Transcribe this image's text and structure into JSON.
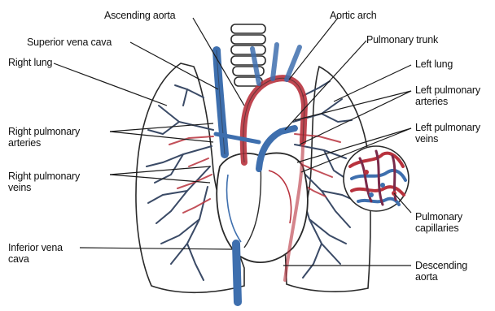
{
  "labels": {
    "ascending_aorta": "Ascending aorta",
    "aortic_arch": "Aortic arch",
    "superior_vena_cava": "Superior vena cava",
    "pulmonary_trunk": "Pulmonary trunk",
    "right_lung": "Right lung",
    "left_lung": "Left lung",
    "left_pulmonary_arteries": "Left pulmonary\narteries",
    "right_pulmonary_arteries": "Right pulmonary\narteries",
    "left_pulmonary_veins": "Left pulmonary\nveins",
    "right_pulmonary_veins": "Right pulmonary\nveins",
    "pulmonary_capillaries": "Pulmonary\ncapillaries",
    "inferior_vena_cava": "Inferior vena\ncava",
    "descending_aorta": "Descending\naorta"
  },
  "colors": {
    "deoxygenated": "#3e6fae",
    "oxygenated": "#b8323d",
    "outline": "#2a2a2a",
    "leader": "#1a1a1a"
  }
}
